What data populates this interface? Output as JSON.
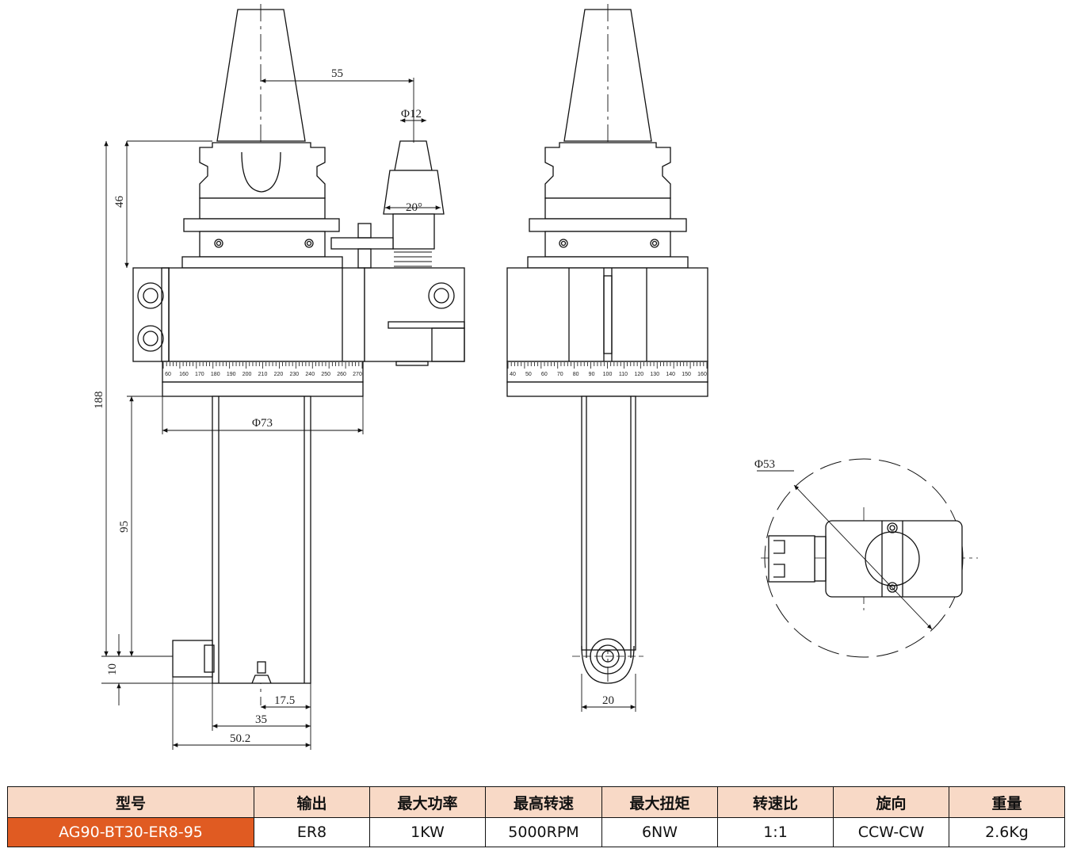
{
  "drawing": {
    "side_view_dims": {
      "offset": "55",
      "collet_dia": "Φ12",
      "angle": "20°",
      "height_top": "46",
      "height_total": "188",
      "body_dia": "Φ73",
      "arm_length": "95",
      "nose_height": "10",
      "center_offset": "17.5",
      "arm_width": "35",
      "reach": "50.2"
    },
    "front_view_dims": {
      "arm_width": "20"
    },
    "bottom_view_dims": {
      "clearance_dia": "Φ53"
    },
    "scale_labels_side": [
      "60",
      "160",
      "170",
      "180",
      "190",
      "200",
      "210",
      "220",
      "230",
      "240",
      "250",
      "260",
      "270"
    ],
    "scale_labels_front": [
      "40",
      "50",
      "60",
      "70",
      "80",
      "90",
      "100",
      "110",
      "120",
      "130",
      "140",
      "150",
      "160"
    ]
  },
  "spec_table": {
    "headers": [
      "型号",
      "输出",
      "最大功率",
      "最高转速",
      "最大扭矩",
      "转速比",
      "旋向",
      "重量"
    ],
    "row": [
      "AG90-BT30-ER8-95",
      "ER8",
      "1KW",
      "5000RPM",
      "6NW",
      "1:1",
      "CCW-CW",
      "2.6Kg"
    ]
  },
  "colors": {
    "header_bg": "#f8d9c6",
    "model_bg": "#e05b22",
    "line": "#111111"
  }
}
